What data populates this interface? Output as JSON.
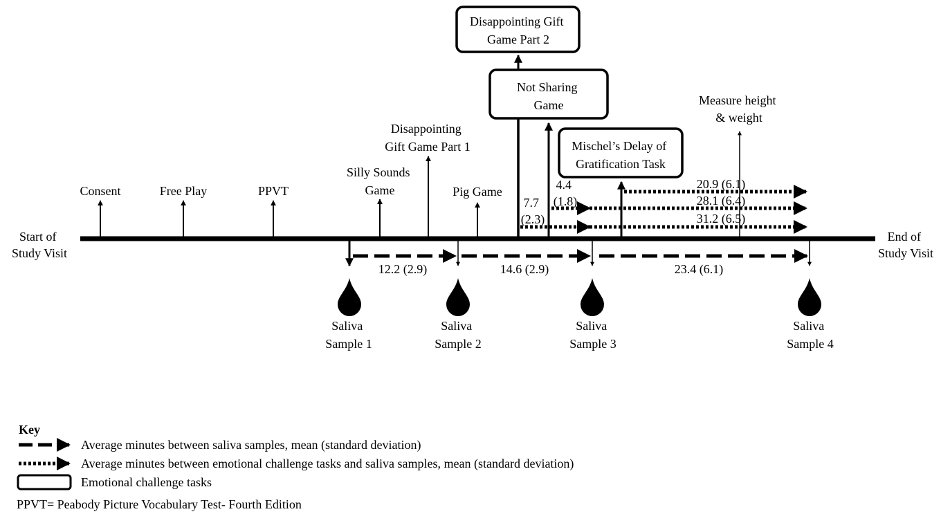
{
  "timeline": {
    "start_label": [
      "Start of",
      "Study Visit"
    ],
    "end_label": [
      "End of",
      "Study Visit"
    ]
  },
  "activities": {
    "consent": "Consent",
    "free_play": "Free Play",
    "ppvt": "PPVT",
    "silly_sounds": [
      "Silly Sounds",
      "Game"
    ],
    "disappointing_gift_1": [
      "Disappointing",
      "Gift Game Part 1"
    ],
    "pig_game": "Pig Game",
    "measure": [
      "Measure height",
      "& weight"
    ]
  },
  "challenge_tasks": {
    "disappointing_gift_2": [
      "Disappointing Gift",
      "Game Part 2"
    ],
    "not_sharing": [
      "Not Sharing",
      "Game"
    ],
    "delay_gratification": [
      "Mischel’s Delay of",
      "Gratification Task"
    ]
  },
  "saliva_samples": [
    [
      "Saliva",
      "Sample 1"
    ],
    [
      "Saliva",
      "Sample 2"
    ],
    [
      "Saliva",
      "Sample 3"
    ],
    [
      "Saliva",
      "Sample 4"
    ]
  ],
  "saliva_intervals": [
    "12.2 (2.9)",
    "14.6 (2.9)",
    "23.4 (6.1)"
  ],
  "task_intervals": {
    "task_a": [
      "7.7",
      "(2.3)"
    ],
    "task_b": [
      "4.4",
      "(1.8)"
    ],
    "to_sample4_from_delay": "20.9 (6.1)",
    "to_sample4_from_b": "28.1 (6.4)",
    "to_sample4_from_a": "31.2 (6.5)"
  },
  "key": {
    "title": "Key",
    "dashed": "Average minutes between saliva samples, mean (standard deviation)",
    "dotted": "Average minutes between emotional challenge tasks and saliva samples, mean (standard deviation)",
    "box": "Emotional challenge tasks",
    "note": "PPVT= Peabody Picture Vocabulary Test- Fourth Edition"
  }
}
